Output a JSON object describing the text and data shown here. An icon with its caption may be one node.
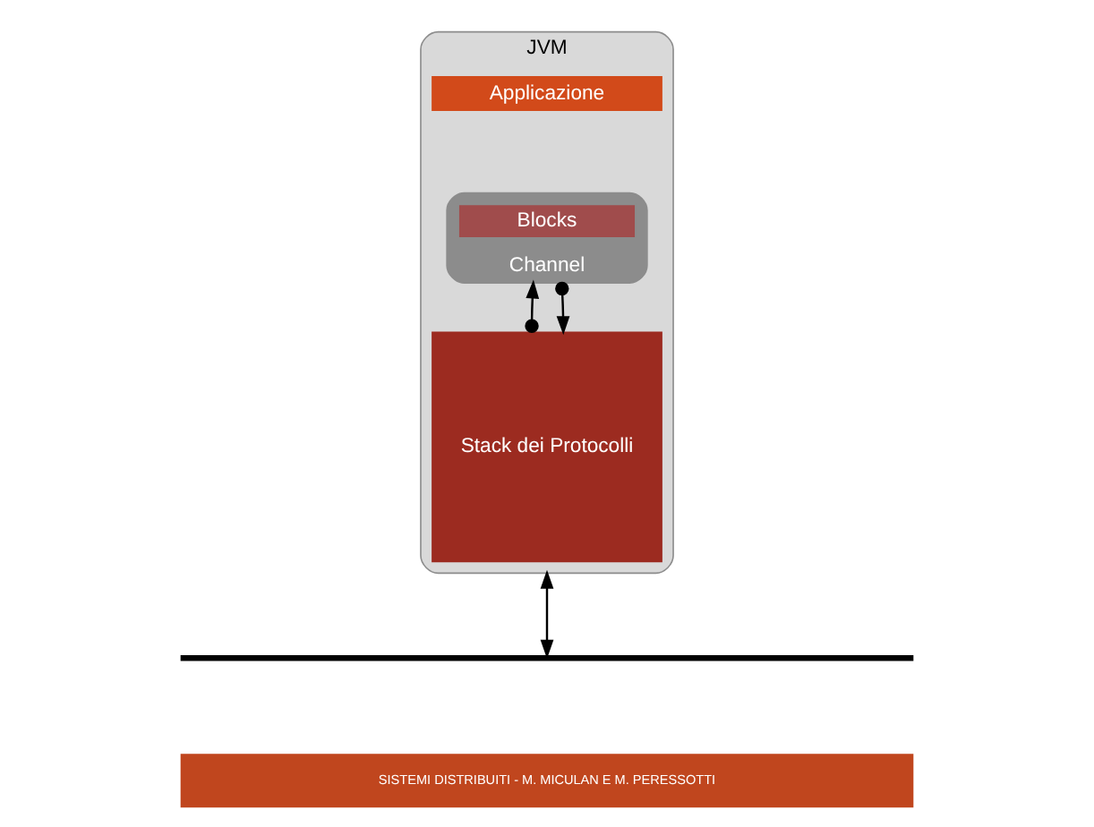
{
  "diagram": {
    "nodes": [
      {
        "text": [
          "JVM"
        ]
      },
      {
        "text": [
          "Applicazione"
        ],
        "in": 0
      },
      {
        "text": [
          "Channel"
        ],
        "in": 0
      },
      {
        "text": [
          "Blocks"
        ],
        "in": 2
      },
      {
        "text": [
          "Stack dei Protocolli"
        ],
        "in": 0
      },
      {
        "text": [],
        "shape": "bar"
      }
    ],
    "edges": [
      {
        "from": 4,
        "to": 2,
        "arrow": "to"
      },
      {
        "from": 2,
        "to": 4,
        "arrow": "to"
      },
      {
        "from": 0,
        "to": 5,
        "arrow": "both"
      }
    ],
    "labels": [
      "SISTEMI DISTRIBUITI - M. MICULAN E M. PERESSOTTI"
    ]
  }
}
